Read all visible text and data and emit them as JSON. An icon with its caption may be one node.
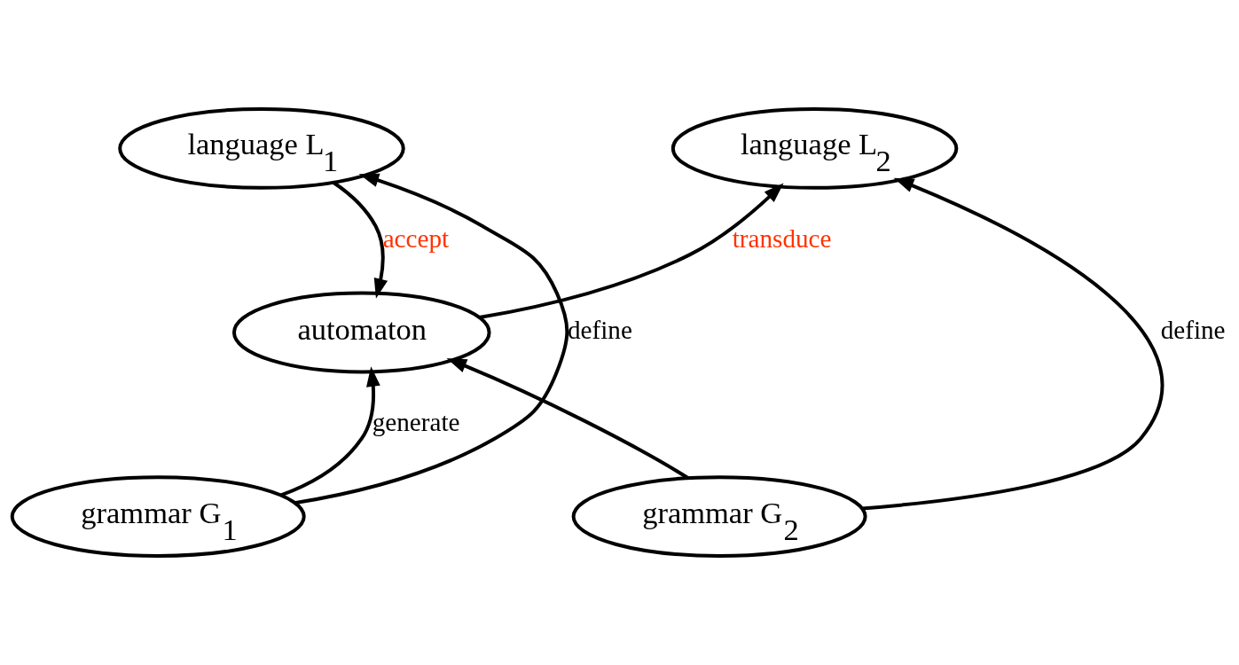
{
  "diagram": {
    "nodes": [
      {
        "text": [
          "language L$_{1}$"
        ]
      },
      {
        "text": [
          "language L$_{2}$"
        ]
      },
      {
        "text": [
          "automaton"
        ]
      },
      {
        "text": [
          "grammar G$_{1}$"
        ]
      },
      {
        "text": [
          "grammar G$_{2}$"
        ]
      }
    ],
    "edges": [
      {
        "from": 0,
        "to": 2,
        "arrow": "to",
        "label": "accept"
      },
      {
        "from": 2,
        "to": 1,
        "arrow": "to",
        "label": "transduce"
      },
      {
        "from": 3,
        "to": 0,
        "arrow": "to",
        "label": "define"
      },
      {
        "from": 4,
        "to": 1,
        "arrow": "to",
        "label": "define"
      },
      {
        "from": 3,
        "to": 2,
        "arrow": "to",
        "label": "generate"
      },
      {
        "from": 4,
        "to": 2,
        "arrow": "to"
      }
    ]
  }
}
